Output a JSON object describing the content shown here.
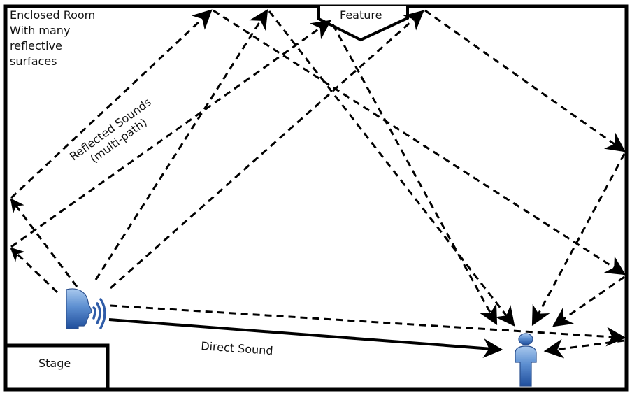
{
  "labels": {
    "room_line1": "Enclosed Room",
    "room_line2": "With many",
    "room_line3": "reflective",
    "room_line4": "surfaces",
    "feature": "Feature",
    "stage": "Stage",
    "direct_sound": "Direct Sound",
    "reflected_line1": "Reflected Sounds",
    "reflected_line2": "(multi-path)"
  },
  "icons": {
    "speaker": "speaking-head-icon",
    "listener": "person-icon"
  },
  "colors": {
    "line": "#000000",
    "icon_blue_light": "#8fb8e6",
    "icon_blue_dark": "#1f4e9c"
  }
}
